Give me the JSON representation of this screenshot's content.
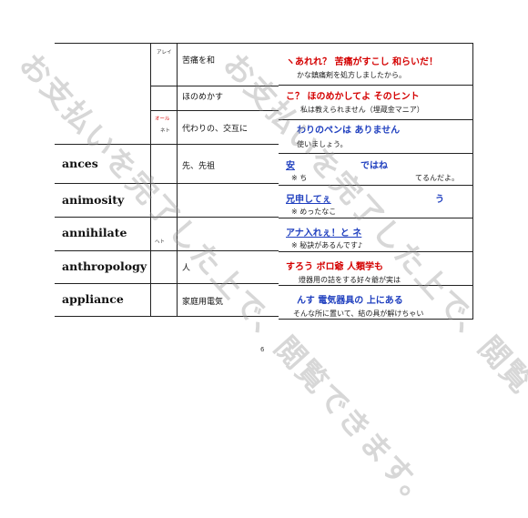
{
  "left_table": {
    "rows": [
      {
        "word": "",
        "ruby": "アレイ",
        "meaning": "苦痛を和"
      },
      {
        "word": "",
        "ruby": "",
        "meaning": "ほのめかす"
      },
      {
        "word": "",
        "ruby": "オール",
        "ruby2": "ネト",
        "meaning": "代わりの、交互に"
      },
      {
        "word": "ances",
        "ruby": "",
        "meaning": "先、先祖"
      },
      {
        "word": "animosity",
        "ruby": "",
        "meaning": ""
      },
      {
        "word": "annihilate",
        "ruby": "ヘト",
        "meaning": ""
      },
      {
        "word": "anthropology",
        "ruby": "",
        "meaning": "人"
      },
      {
        "word": "appliance",
        "ruby": "",
        "meaning": "家庭用電気"
      }
    ]
  },
  "right_table": {
    "lines": [
      {
        "text": "ヽあれれ？ 苦痛がすこし 和らいだ！",
        "style": "big red"
      },
      {
        "text": "かな鎮痛剤を処方しましたから。",
        "style": "small"
      },
      {
        "text": "こ？ ほのめかしてよ そのヒント",
        "style": "big red"
      },
      {
        "text": "私は教えられません（埋蔵金マニア）",
        "style": "small"
      },
      {
        "text": "わりのペンは ありません",
        "style": "big blue"
      },
      {
        "text": "使いましょう。",
        "style": "small"
      },
      {
        "text": "安",
        "suffix": "ではね",
        "style": "big blue"
      },
      {
        "text": "※ ち",
        "suffix": "てるんだよ。",
        "style": "small"
      },
      {
        "text": "兄申してぇ",
        "suffix": "う",
        "style": "big blue"
      },
      {
        "text": "※ めったなこ",
        "style": "small"
      },
      {
        "text": "アナ入れぇ！と ネ",
        "style": "big blue"
      },
      {
        "text": "※ 秘訣があるんです♪",
        "style": "small"
      },
      {
        "text": "すろう ボロ爺 人類学も",
        "style": "big red"
      },
      {
        "text": "燈器用の詰をする好々爺が実は",
        "style": "small"
      },
      {
        "text": "んす 電気器具の 上にある",
        "style": "big blue"
      },
      {
        "text": "そんな所に置いて、結の具が解けちゃい",
        "style": "small"
      }
    ]
  },
  "watermark": {
    "text": "お支払いを完了した上で、閲覧できます。"
  },
  "page_number": "6"
}
